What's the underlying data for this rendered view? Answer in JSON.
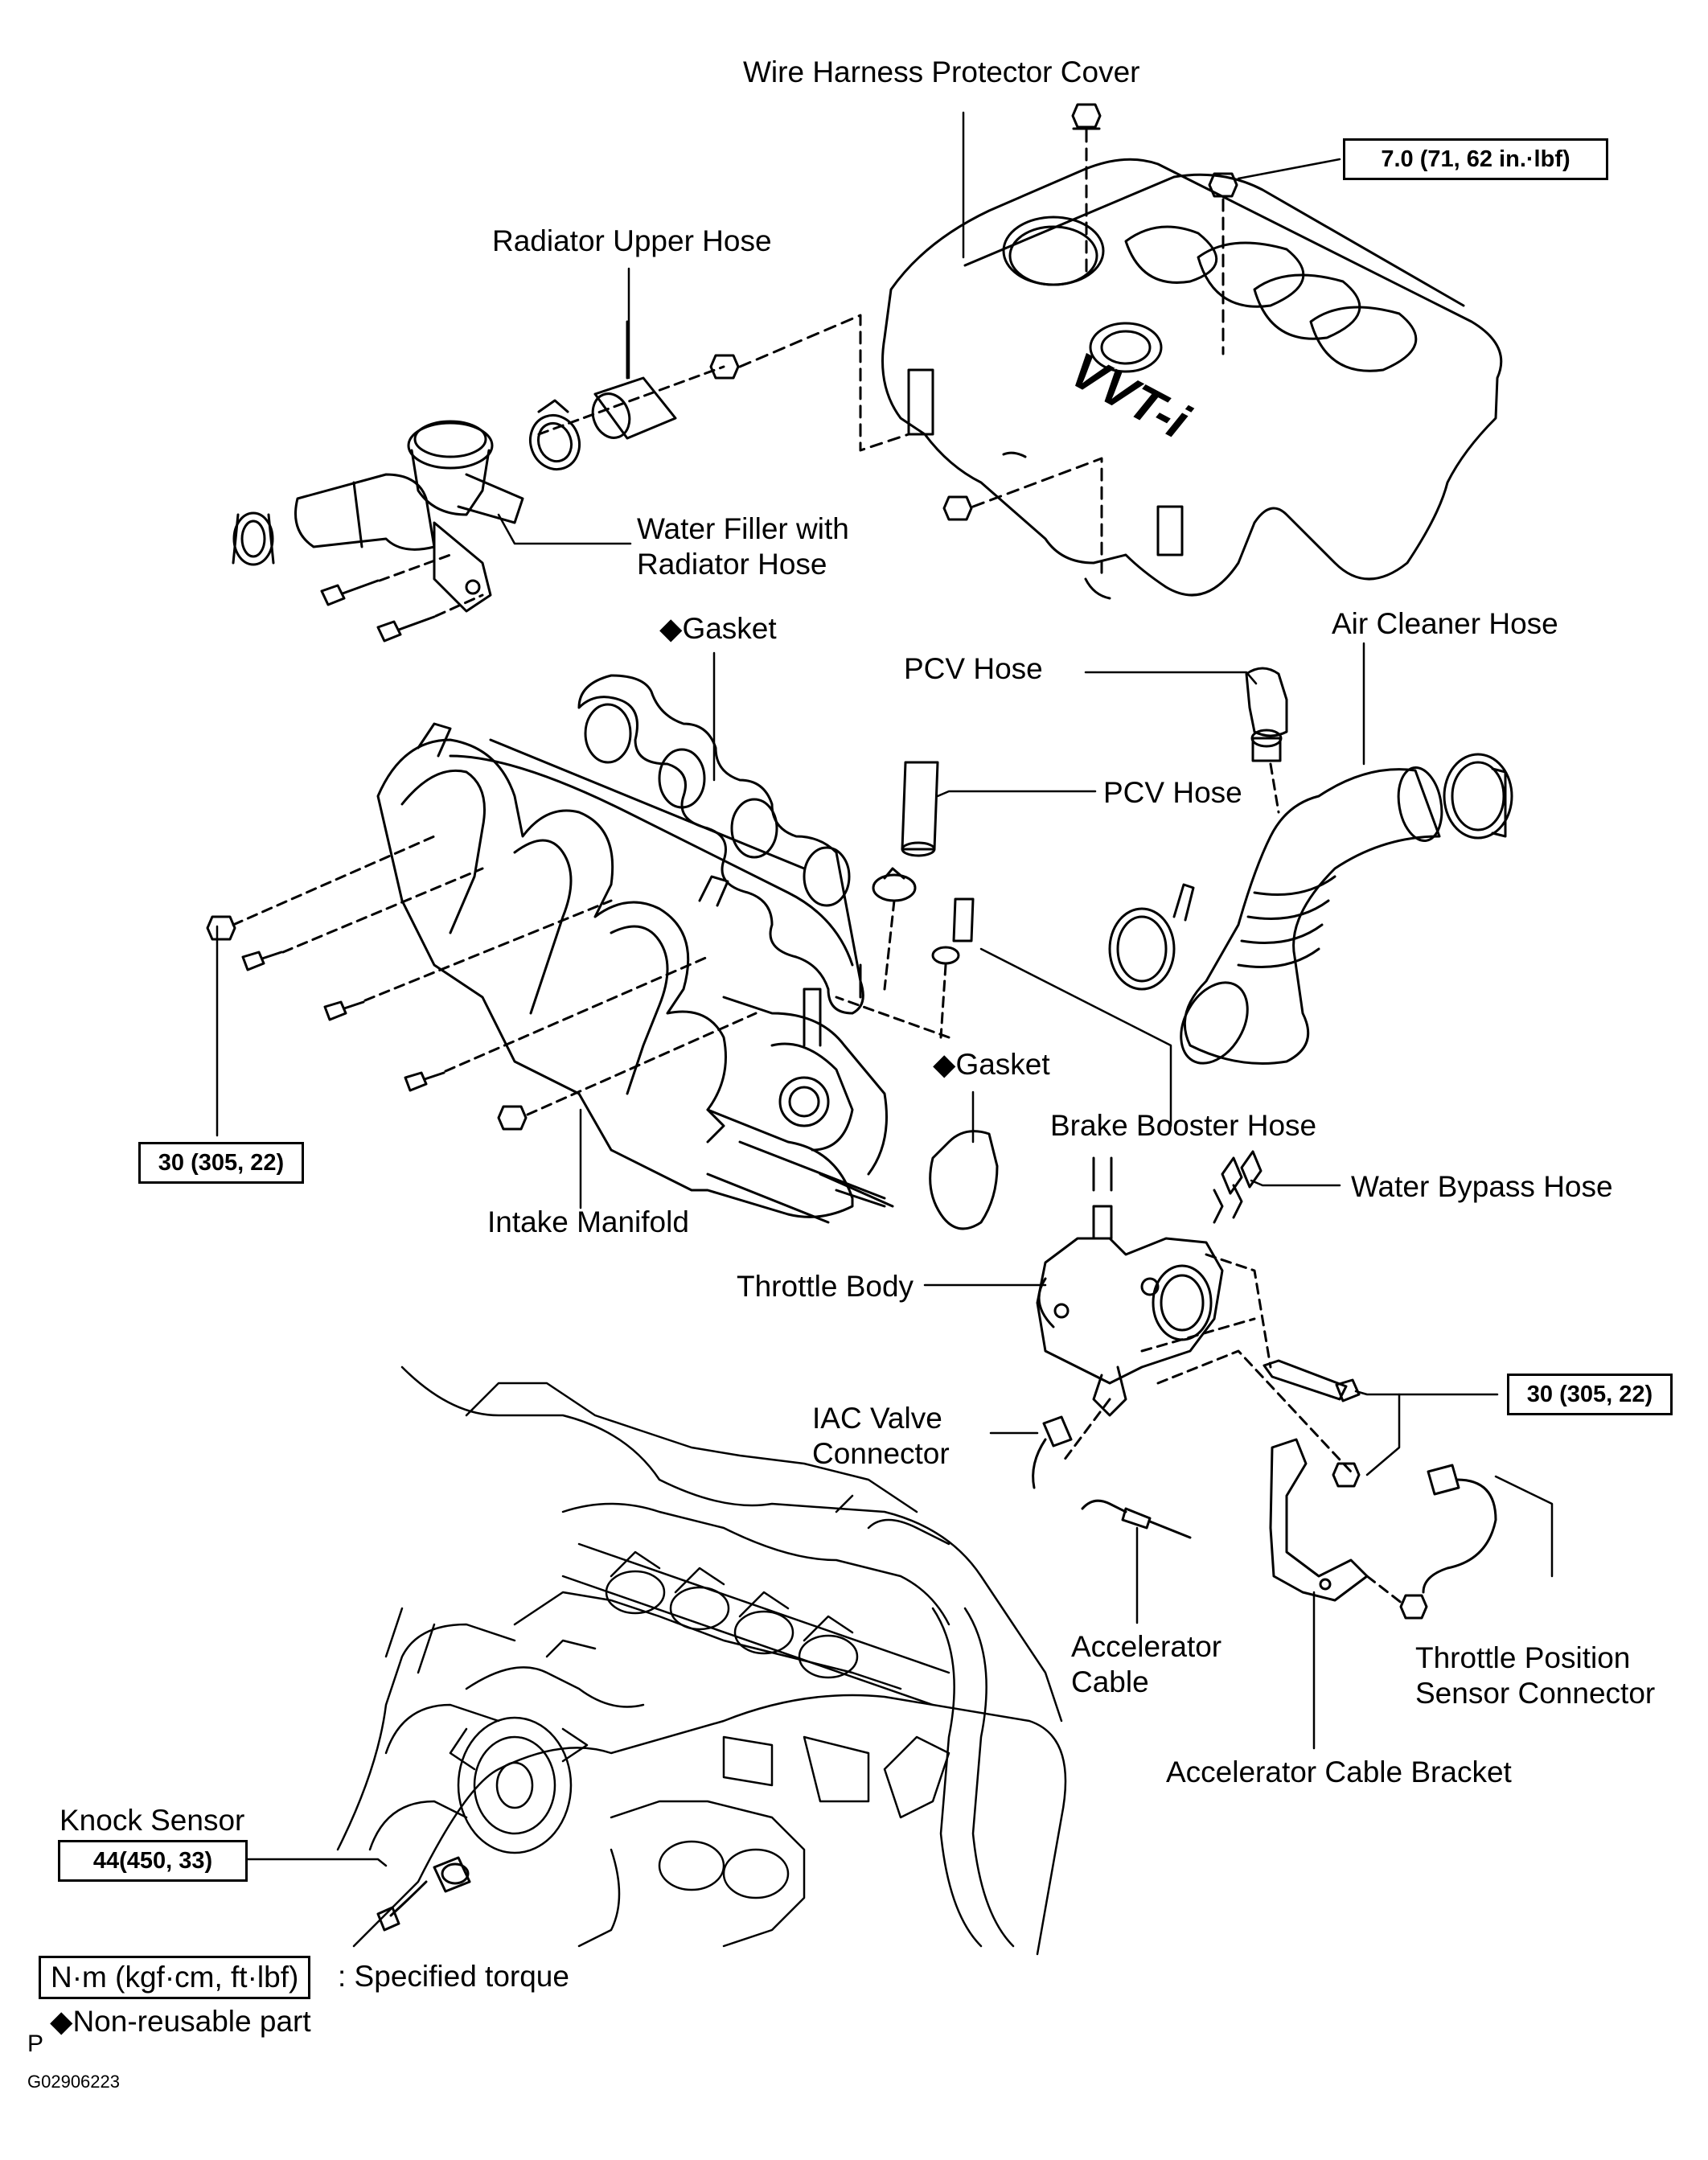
{
  "labels": {
    "wire_harness_cover": "Wire Harness Protector Cover",
    "radiator_upper_hose": "Radiator Upper Hose",
    "water_filler_1": "Water Filler with",
    "water_filler_2": "Radiator Hose",
    "gasket_top": "◆Gasket",
    "pcv_hose_1": "PCV Hose",
    "air_cleaner_hose": "Air Cleaner Hose",
    "pcv_hose_2": "PCV Hose",
    "gasket_mid": "◆Gasket",
    "brake_booster_hose": "Brake Booster Hose",
    "intake_manifold": "Intake Manifold",
    "water_bypass_hose": "Water Bypass Hose",
    "throttle_body": "Throttle Body",
    "iac_valve_1": "IAC Valve",
    "iac_valve_2": "Connector",
    "accelerator_cable_1": "Accelerator",
    "accelerator_cable_2": "Cable",
    "tps_connector_1": "Throttle Position",
    "tps_connector_2": "Sensor Connector",
    "accel_bracket": "Accelerator Cable Bracket",
    "knock_sensor": "Knock Sensor"
  },
  "torque": {
    "cover_nut": "7.0 (71, 62 in.·lbf)",
    "manifold_bolts": "30 (305, 22)",
    "throttle_bolts": "30 (305, 22)",
    "knock_sensor": "44(450, 33)"
  },
  "legend": {
    "torque_unit": "N·m (kgf·cm, ft·lbf)",
    "torque_desc": ": Specified torque",
    "non_reusable": "◆Non-reusable  part"
  },
  "footer": {
    "page_mark": "P",
    "figure_code": "G02906223"
  },
  "emblem_text": "VVT-i"
}
